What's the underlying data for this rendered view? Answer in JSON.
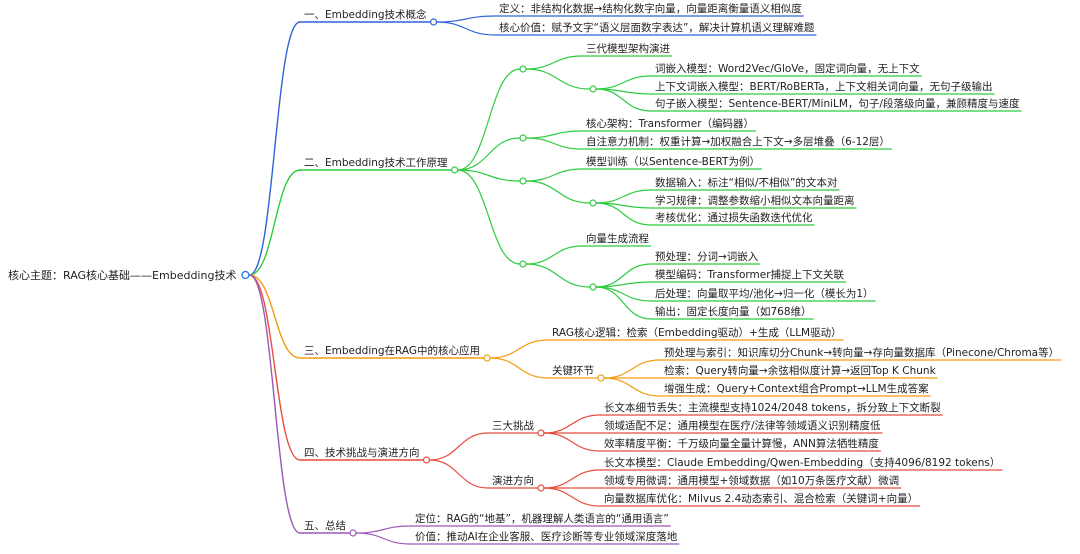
{
  "mindmap": {
    "root": {
      "label": "核心主题：RAG核心基础——Embedding技术",
      "color": "#1a73e8"
    },
    "branches": [
      {
        "label": "一、Embedding技术概念",
        "color": "#2f64d8",
        "children": [
          {
            "label": "定义：非结构化数据→结构化数字向量，向量距离衡量语义相似度"
          },
          {
            "label": "核心价值：赋予文字“语义层面数字表达”，解决计算机语义理解难题"
          }
        ]
      },
      {
        "label": "二、Embedding技术工作原理",
        "color": "#2ecc40",
        "children": [
          {
            "label": "三代模型架构演进"
          },
          {
            "label": "",
            "children": [
              {
                "label": "词嵌入模型：Word2Vec/GloVe，固定词向量，无上下文"
              },
              {
                "label": "上下文词嵌入模型：BERT/RoBERTa，上下文相关词向量，无句子级输出"
              },
              {
                "label": "句子嵌入模型：Sentence-BERT/MiniLM，句子/段落级向量，兼顾精度与速度"
              }
            ]
          },
          {
            "label": "",
            "children": [
              {
                "label": "核心架构：Transformer（编码器）"
              },
              {
                "label": "自注意力机制：权重计算→加权融合上下文→多层堆叠（6-12层）"
              }
            ]
          },
          {
            "label": "",
            "children": [
              {
                "label": "模型训练（以Sentence-BERT为例）"
              },
              {
                "label": "",
                "children": [
                  {
                    "label": "数据输入：标注“相似/不相似”的文本对"
                  },
                  {
                    "label": "学习规律：调整参数缩小相似文本向量距离"
                  },
                  {
                    "label": "考核优化：通过损失函数迭代优化"
                  }
                ]
              }
            ]
          },
          {
            "label": "",
            "children": [
              {
                "label": "向量生成流程"
              },
              {
                "label": "",
                "children": [
                  {
                    "label": "预处理：分词→词嵌入"
                  },
                  {
                    "label": "模型编码：Transformer捕捉上下文关联"
                  },
                  {
                    "label": "后处理：向量取平均/池化→归一化（模长为1）"
                  },
                  {
                    "label": "输出：固定长度向量（如768维）"
                  }
                ]
              }
            ]
          }
        ]
      },
      {
        "label": "三、Embedding在RAG中的核心应用",
        "color": "#f39c12",
        "children": [
          {
            "label": "RAG核心逻辑：检索（Embedding驱动）+生成（LLM驱动）"
          },
          {
            "label": "关键环节",
            "children": [
              {
                "label": "预处理与索引：知识库切分Chunk→转向量→存向量数据库（Pinecone/Chroma等）"
              },
              {
                "label": "检索：Query转向量→余弦相似度计算→返回Top K Chunk"
              },
              {
                "label": "增强生成：Query+Context组合Prompt→LLM生成答案"
              }
            ]
          }
        ]
      },
      {
        "label": "四、技术挑战与演进方向",
        "color": "#e74c3c",
        "children": [
          {
            "label": "三大挑战",
            "children": [
              {
                "label": "长文本细节丢失：主流模型支持1024/2048 tokens，拆分致上下文断裂"
              },
              {
                "label": "领域适配不足：通用模型在医疗/法律等领域语义识别精度低"
              },
              {
                "label": "效率精度平衡：千万级向量全量计算慢，ANN算法牺牲精度"
              }
            ]
          },
          {
            "label": "演进方向",
            "children": [
              {
                "label": "长文本模型：Claude Embedding/Qwen-Embedding（支持4096/8192 tokens）"
              },
              {
                "label": "领域专用微调：通用模型+领域数据（如10万条医疗文献）微调"
              },
              {
                "label": "向量数据库优化：Milvus 2.4动态索引、混合检索（关键词+向量）"
              }
            ]
          }
        ]
      },
      {
        "label": "五、总结",
        "color": "#9b59b6",
        "children": [
          {
            "label": "定位：RAG的“地基”，机器理解人类语言的“通用语言”"
          },
          {
            "label": "价值：推动AI在企业客服、医疗诊断等专业领域深度落地"
          }
        ]
      }
    ]
  }
}
